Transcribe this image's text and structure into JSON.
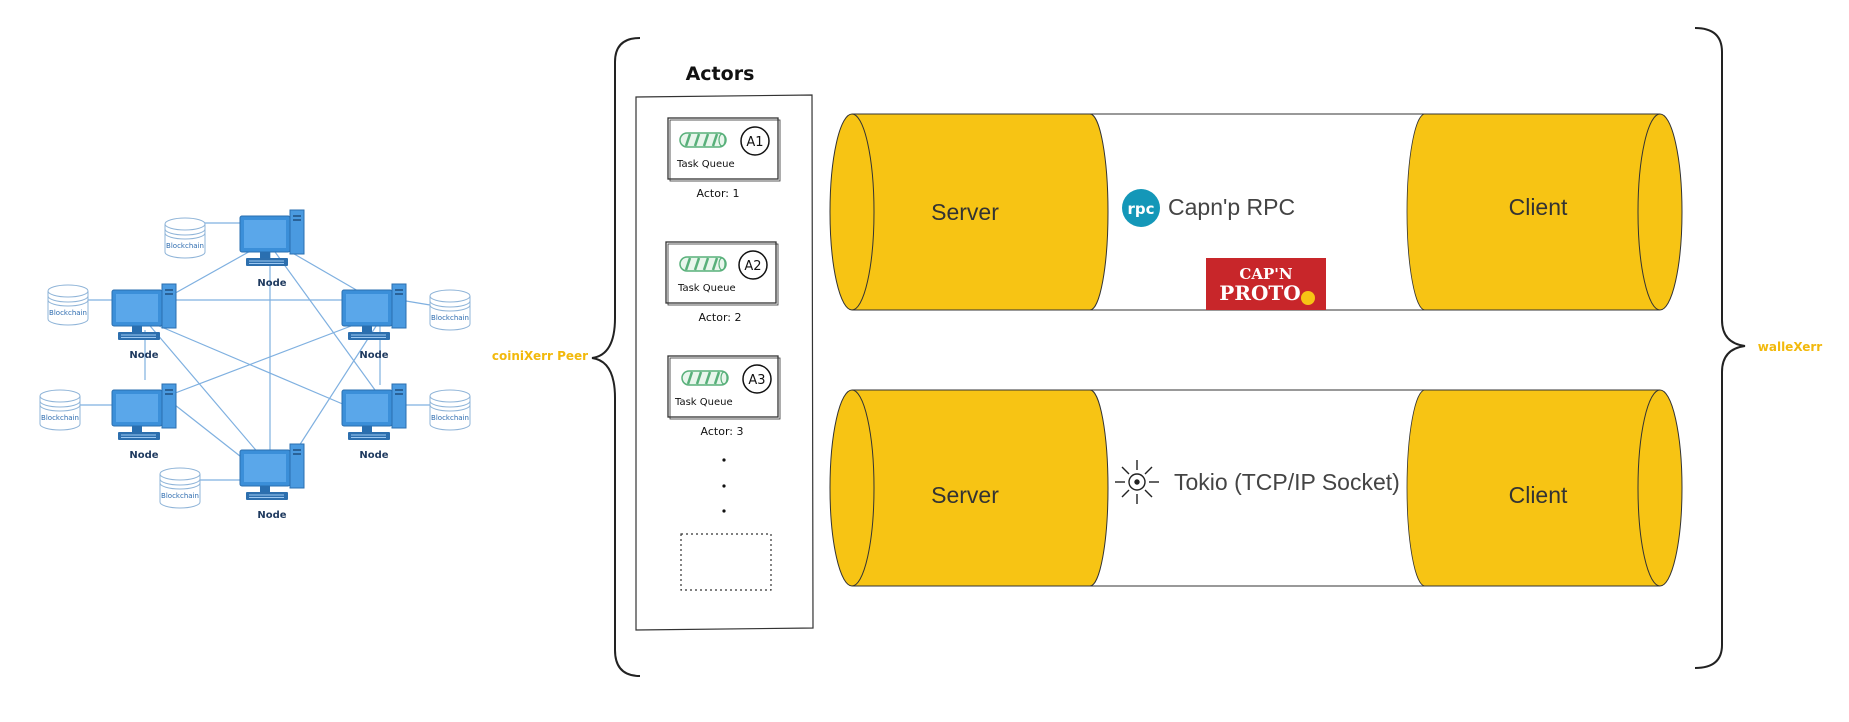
{
  "network": {
    "nodes": [
      {
        "label": "Node"
      },
      {
        "label": "Node"
      },
      {
        "label": "Node"
      },
      {
        "label": "Node"
      },
      {
        "label": "Node"
      },
      {
        "label": "Node"
      }
    ],
    "databases": [
      {
        "label": "Blockchain"
      },
      {
        "label": "Blockchain"
      },
      {
        "label": "Blockchain"
      },
      {
        "label": "Blockchain"
      },
      {
        "label": "Blockchain"
      },
      {
        "label": "Blockchain"
      }
    ],
    "peer_label": "coiniXerr Peer"
  },
  "actors": {
    "title": "Actors",
    "items": [
      {
        "badge": "A1",
        "queue_label": "Task Queue",
        "caption": "Actor: 1"
      },
      {
        "badge": "A2",
        "queue_label": "Task Queue",
        "caption": "Actor: 2"
      },
      {
        "badge": "A3",
        "queue_label": "Task Queue",
        "caption": "Actor: 3"
      }
    ]
  },
  "pipes": [
    {
      "server": "Server",
      "client": "Client",
      "tech": "Capn'p RPC",
      "tech_icon": "rpc-logo-icon",
      "logo_lines": [
        "CAP'N",
        "PROTO"
      ]
    },
    {
      "server": "Server",
      "client": "Client",
      "tech": "Tokio (TCP/IP Socket)",
      "tech_icon": "tokio-sun-icon"
    }
  ],
  "right_label": "walleXerr",
  "colors": {
    "node_blue": "#3b8fd9",
    "line_blue": "#7fb0e0",
    "cylinder_yellow": "#f7c414",
    "label_yellow": "#f2b90c",
    "queue_green": "#58b07a",
    "rpc_teal": "#1497b8",
    "capnp_red": "#c8262a"
  }
}
